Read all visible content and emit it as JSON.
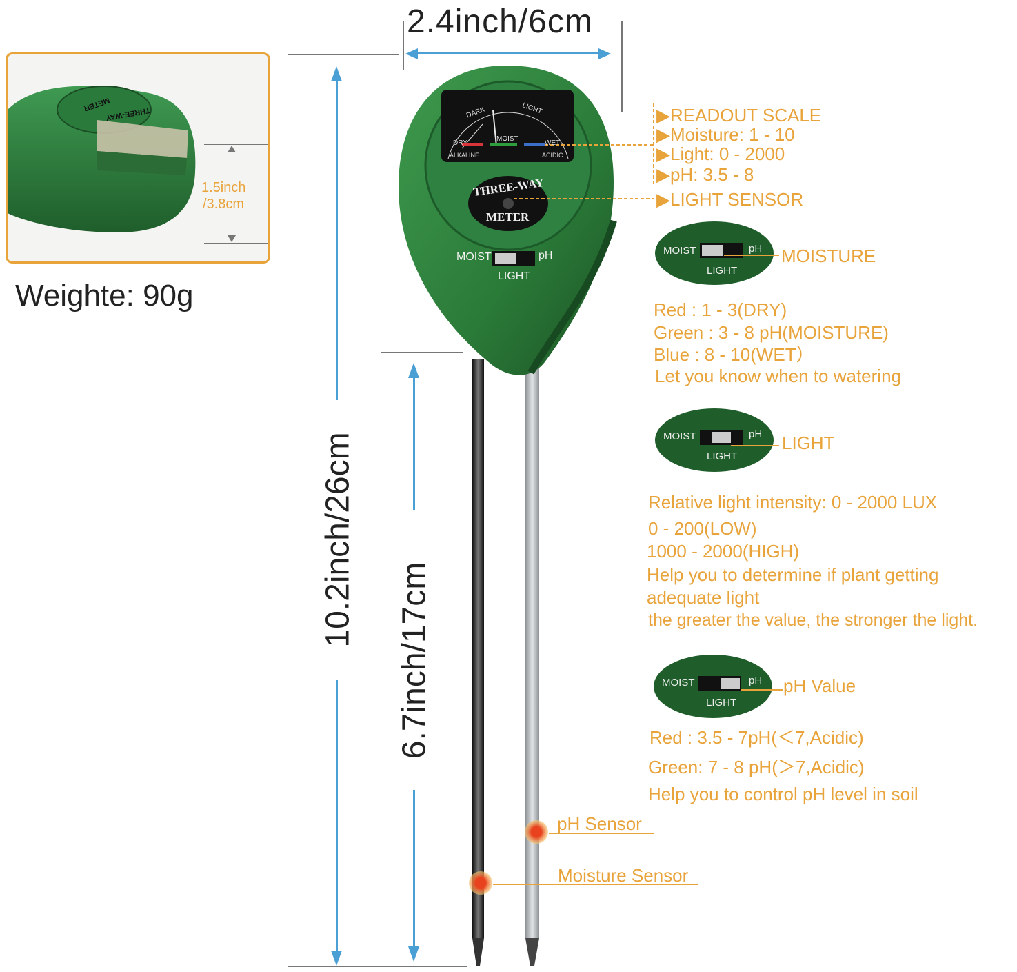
{
  "dimensions": {
    "width_label": "2.4inch/6cm",
    "height_label": "10.2inch/26cm",
    "probe_label": "6.7inch/17cm",
    "thickness_label_line1": "1.5inch",
    "thickness_label_line2": "/3.8cm",
    "weight_label": "Weighte: 90g"
  },
  "device": {
    "dial_dark": "DARK",
    "dial_light": "LIGHT",
    "dial_dry": "DRY",
    "dial_moist": "MOIST",
    "dial_wet": "WET",
    "dial_alkaline": "ALKALINE",
    "dial_acidic": "ACIDIC",
    "brand_top": "THREE-WAY",
    "brand_bottom": "METER",
    "switch_moist": "MOIST",
    "switch_ph": "pH",
    "switch_light": "LIGHT",
    "thumb_meter": "METER",
    "thumb_brand": "THREE-WAY"
  },
  "readout": {
    "title": "READOUT SCALE",
    "moisture": "Moisture: 1 - 10",
    "light": "Light: 0 - 2000",
    "ph": "pH: 3.5 - 8",
    "light_sensor": "LIGHT SENSOR"
  },
  "moisture_mode": {
    "label": "MOISTURE",
    "lines": [
      "Red : 1 - 3(DRY)",
      "Green : 3 - 8 pH(MOISTURE)",
      "Blue : 8 - 10(WET）",
      "Let you know when to watering"
    ]
  },
  "light_mode": {
    "label": "LIGHT",
    "lines": [
      "Relative light intensity: 0 - 2000 LUX",
      "0 - 200(LOW)",
      "1000 - 2000(HIGH)",
      "Help you to determine if plant getting",
      "adequate light",
      "the greater the value, the stronger the light."
    ]
  },
  "ph_mode": {
    "label": "pH Value",
    "lines": [
      "Red : 3.5 - 7pH(＜7,Acidic)",
      "Green: 7 - 8 pH(＞7,Acidic)",
      "Help you to control pH level in soil"
    ]
  },
  "sensors": {
    "ph": "pH Sensor",
    "moisture": "Moisture Sensor"
  },
  "colors": {
    "accent": "#e8a33a",
    "dimension": "#4a9fd4",
    "device_green": "#2f7a3a",
    "marker": "#e8431e"
  }
}
